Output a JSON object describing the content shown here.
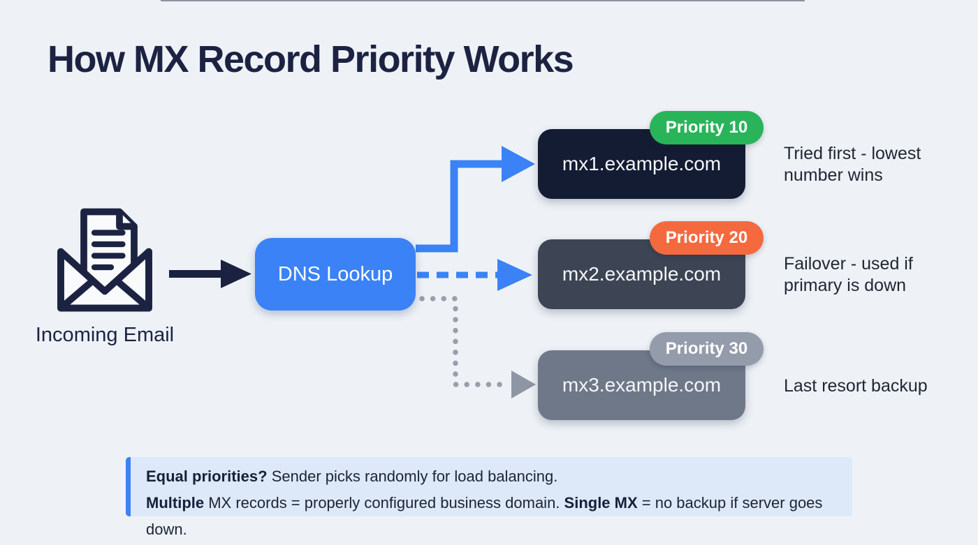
{
  "title": "How MX Record Priority Works",
  "source": {
    "label": "Incoming Email"
  },
  "dns_box": {
    "label": "DNS Lookup"
  },
  "servers": [
    {
      "host": "mx1.example.com",
      "badge": "Priority 10",
      "note_line1": "Tried first - lowest",
      "note_line2": "number wins",
      "box_color": "#141c33",
      "badge_color": "#29b45a",
      "connector_style": "solid"
    },
    {
      "host": "mx2.example.com",
      "badge": "Priority 20",
      "note_line1": "Failover - used if",
      "note_line2": "primary is down",
      "box_color": "#3d4554",
      "badge_color": "#f5693f",
      "connector_style": "dashed"
    },
    {
      "host": "mx3.example.com",
      "badge": "Priority 30",
      "note_line1": "Last resort backup",
      "note_line2": "",
      "box_color": "#6f7888",
      "badge_color": "#949cab",
      "connector_style": "dotted"
    }
  ],
  "info_box": {
    "line1_bold": "Equal priorities?",
    "line1_rest": " Sender picks randomly for load balancing.",
    "line2_bold1": "Multiple",
    "line2_rest1": " MX records = properly configured business domain. ",
    "line2_bold2": "Single MX",
    "line2_rest2": " = no backup if server goes down."
  },
  "colors": {
    "background": "#eef2f7",
    "ink": "#1c2342",
    "accent_blue": "#3b82f6",
    "dotted_gray": "#98a0ac",
    "info_bg": "#dde9f8"
  }
}
